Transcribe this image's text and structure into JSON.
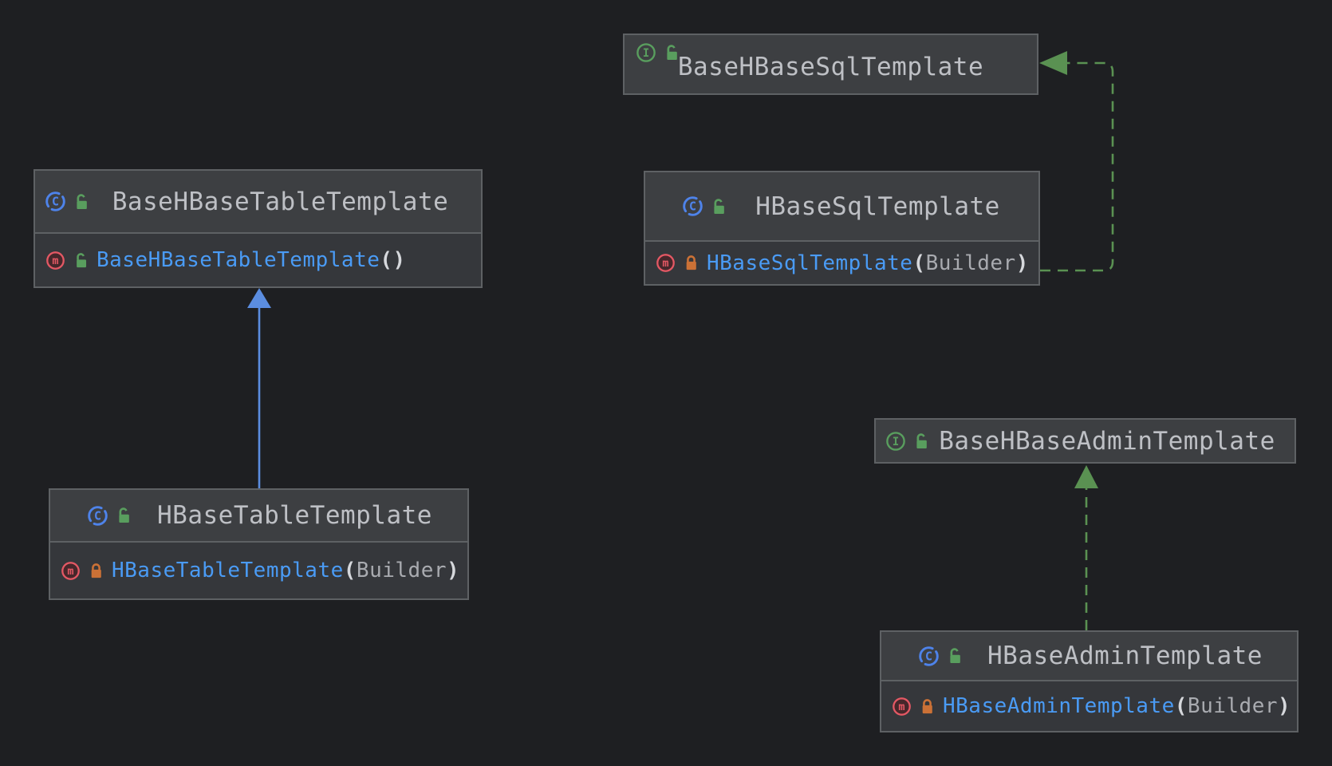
{
  "diagram": {
    "kind": "uml-class-diagram",
    "colors": {
      "background": "#1e1f22",
      "node_header_bg": "#3d3f42",
      "node_body_bg": "#35373b",
      "node_border": "#5e6164",
      "title_text": "#bec0c5",
      "method_name_text": "#4a9bf5",
      "param_text": "#a9abb0",
      "paren_text": "#d6d8dc",
      "class_icon_blue": "#4e83ea",
      "interface_icon_green": "#599e5e",
      "method_icon_red": "#e45864",
      "lock_open_green": "#599e5e",
      "lock_closed_orange": "#cb7136",
      "extends_edge_blue": "#5b8de0",
      "implements_edge_green": "#5a9152"
    },
    "icon_letters": {
      "class_letter": "C",
      "interface_letter": "I",
      "method_letter": "m"
    },
    "nodes": [
      {
        "id": "BaseHBaseTableTemplate",
        "stereotype": "class",
        "title": "BaseHBaseTableTemplate",
        "header_icons": [
          "class-icon",
          "unlocked-icon"
        ],
        "members": [
          {
            "kind": "constructor",
            "icons": [
              "method-icon",
              "unlocked-icon"
            ],
            "name": "BaseHBaseTableTemplate",
            "open": "(",
            "params": "",
            "close": ")"
          }
        ]
      },
      {
        "id": "HBaseTableTemplate",
        "stereotype": "class",
        "title": "HBaseTableTemplate",
        "header_icons": [
          "class-icon",
          "unlocked-icon"
        ],
        "members": [
          {
            "kind": "constructor",
            "icons": [
              "method-icon",
              "locked-icon"
            ],
            "name": "HBaseTableTemplate",
            "open": "(",
            "params": "Builder",
            "close": ")"
          }
        ]
      },
      {
        "id": "BaseHBaseSqlTemplate",
        "stereotype": "interface",
        "title": "BaseHBaseSqlTemplate",
        "header_icons": [
          "interface-icon",
          "unlocked-icon"
        ],
        "members": []
      },
      {
        "id": "HBaseSqlTemplate",
        "stereotype": "class",
        "title": "HBaseSqlTemplate",
        "header_icons": [
          "class-icon",
          "unlocked-icon"
        ],
        "members": [
          {
            "kind": "constructor",
            "icons": [
              "method-icon",
              "locked-icon"
            ],
            "name": "HBaseSqlTemplate",
            "open": "(",
            "params": "Builder",
            "close": ")"
          }
        ]
      },
      {
        "id": "BaseHBaseAdminTemplate",
        "stereotype": "interface",
        "title": "BaseHBaseAdminTemplate",
        "header_icons": [
          "interface-icon",
          "unlocked-icon"
        ],
        "members": []
      },
      {
        "id": "HBaseAdminTemplate",
        "stereotype": "class",
        "title": "HBaseAdminTemplate",
        "header_icons": [
          "class-icon",
          "unlocked-icon"
        ],
        "members": [
          {
            "kind": "constructor",
            "icons": [
              "method-icon",
              "locked-icon"
            ],
            "name": "HBaseAdminTemplate",
            "open": "(",
            "params": "Builder",
            "close": ")"
          }
        ]
      }
    ],
    "edges": [
      {
        "from": "HBaseTableTemplate",
        "to": "BaseHBaseTableTemplate",
        "type": "extends",
        "line": "solid",
        "color": "#5b8de0"
      },
      {
        "from": "HBaseSqlTemplate",
        "to": "BaseHBaseSqlTemplate",
        "type": "implements",
        "line": "dashed",
        "color": "#5a9152"
      },
      {
        "from": "HBaseAdminTemplate",
        "to": "BaseHBaseAdminTemplate",
        "type": "implements",
        "line": "dashed",
        "color": "#5a9152"
      }
    ]
  }
}
